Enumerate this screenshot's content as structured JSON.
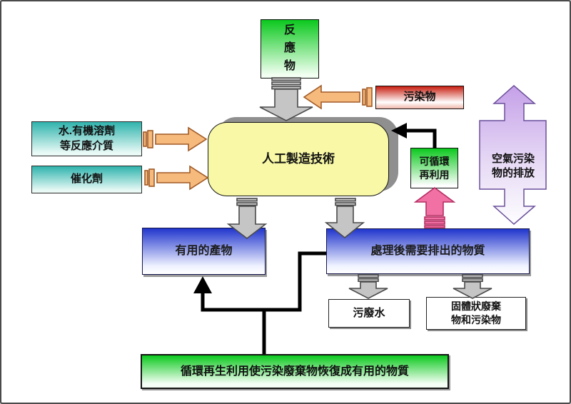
{
  "colors": {
    "green-top": "#0cc81e",
    "teal-top": "#2fb3ad",
    "red-top": "#c81e10",
    "yellow-fill": "#f8f8a6",
    "blue-top": "#2136cd",
    "purple-top": "#c5a0e8",
    "pink-fill": "#f171a4",
    "orange-fill": "#f6ba7d",
    "gray-arrow": "#c5c5c5",
    "shadow-gray": "#8f8f8f"
  },
  "diagram": {
    "core": {
      "label": "人工製造技術"
    },
    "inputs": {
      "reactants": {
        "label": "反\n應\n物"
      },
      "pollutants": {
        "label": "污染物"
      },
      "medium": {
        "label": "水.有機溶劑\n等反應介質"
      },
      "catalyst": {
        "label": "催化劑"
      }
    },
    "right": {
      "recyclable": {
        "label": "可循環\n再利用"
      },
      "air_emission": {
        "label": "空氣污染\n物的排放"
      }
    },
    "outputs": {
      "useful_products": {
        "label": "有用的產物"
      },
      "discharge": {
        "label": "處理後需要排出的物質"
      },
      "wastewater": {
        "label": "污廢水"
      },
      "solid_waste": {
        "label": "固體狀廢棄\n物和污染物"
      }
    },
    "footer": {
      "recycle_note": {
        "label": "循環再生利用使污染廢棄物恢復成有用的物質"
      }
    }
  }
}
